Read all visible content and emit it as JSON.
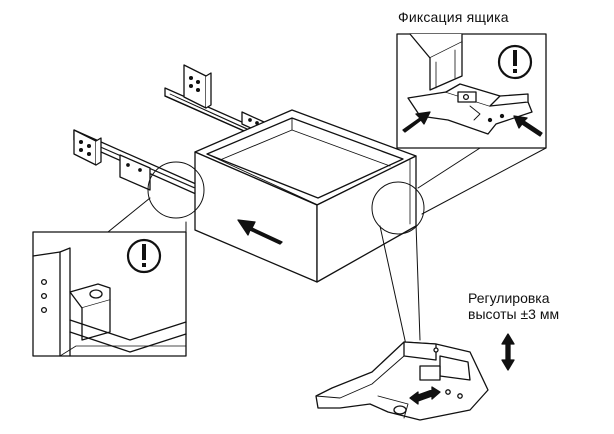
{
  "labels": {
    "drawer_lock": "Фиксация ящика",
    "height_adjust_line1": "Регулировка",
    "height_adjust_line2": "высоты ±3 мм"
  },
  "callouts": {
    "warning_glyph": "!"
  },
  "icons": [
    "warning-circle-icon",
    "push-arrow-icon",
    "double-vertical-arrow-icon",
    "double-horizontal-arrow-icon"
  ]
}
